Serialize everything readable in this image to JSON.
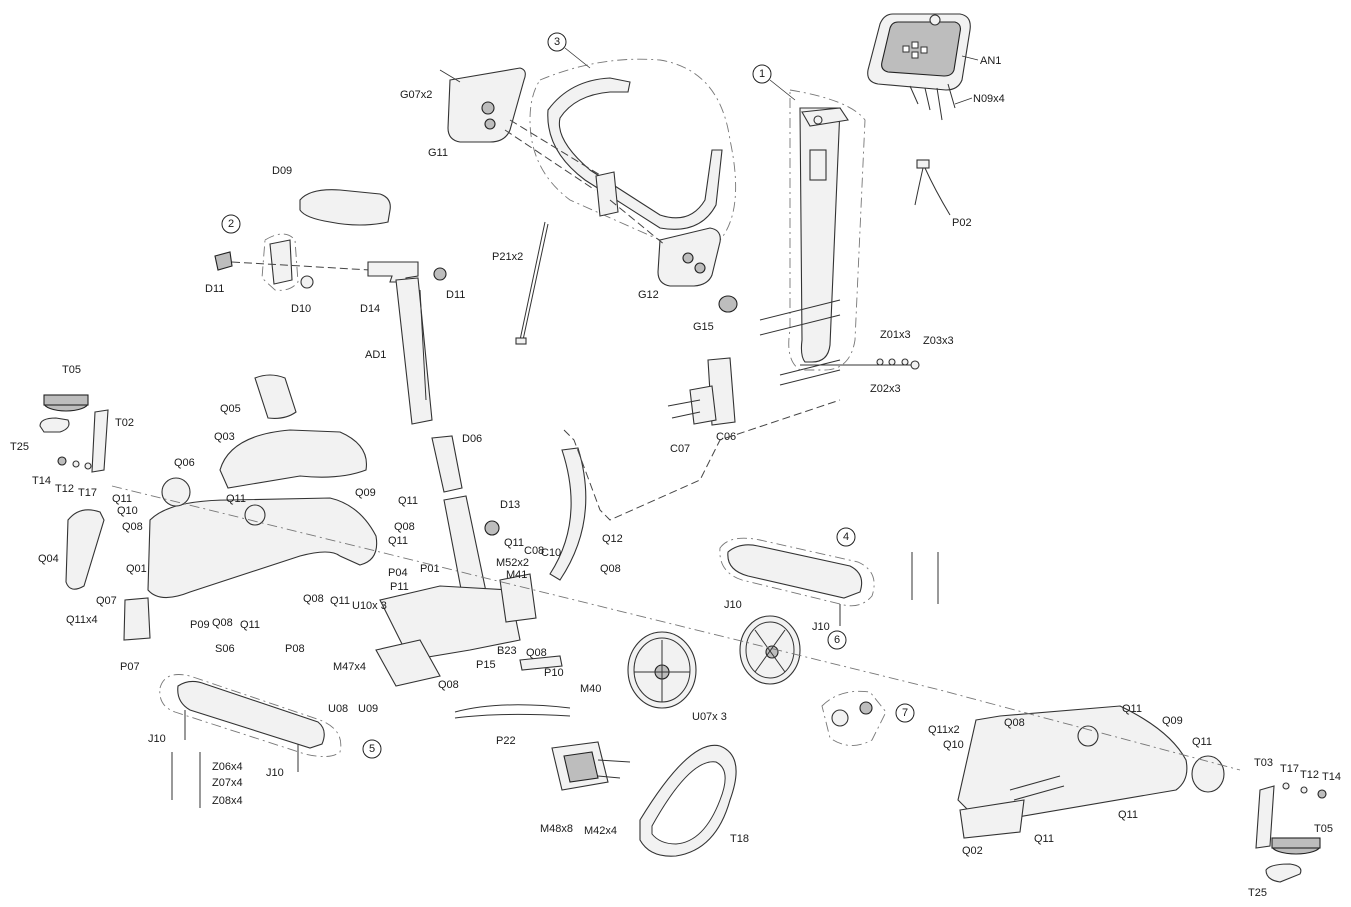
{
  "callouts": {
    "c1": "1",
    "c2": "2",
    "c3": "3",
    "c4": "4",
    "c5": "5",
    "c6": "6",
    "c7": "7"
  },
  "labels": {
    "AN1": "AN1",
    "N09x4": "N09x4",
    "P02": "P02",
    "G07x2": "G07x2",
    "G11": "G11",
    "G12": "G12",
    "G15": "G15",
    "D09": "D09",
    "D11a": "D11",
    "D11b": "D11",
    "D10": "D10",
    "D14": "D14",
    "P21x2": "P21x2",
    "AD1": "AD1",
    "Z01x3": "Z01x3",
    "Z03x3": "Z03x3",
    "Z02x3": "Z02x3",
    "C07": "C07",
    "C06": "C06",
    "T05a": "T05",
    "T02": "T02",
    "T25a": "T25",
    "T14a": "T14",
    "T12a": "T12",
    "T17a": "T17",
    "Q05": "Q05",
    "Q03": "Q03",
    "Q06": "Q06",
    "D06": "D06",
    "Q11a": "Q11",
    "Q10a": "Q10",
    "Q08a": "Q08",
    "Q11b": "Q11",
    "Q09a": "Q09",
    "Q11c": "Q11",
    "Q08b": "Q08",
    "D13": "D13",
    "Q11d": "Q11",
    "M52x2": "M52x2",
    "C08": "C08",
    "C10": "C10",
    "Q12": "Q12",
    "Q11e": "Q11",
    "M41": "M41",
    "Q08c": "Q08",
    "Q04": "Q04",
    "Q01": "Q01",
    "P04": "P04",
    "P01": "P01",
    "P11": "P11",
    "U10x3": "U10x 3",
    "Q08d": "Q08",
    "Q11f": "Q11",
    "Q07": "Q07",
    "Q11x4": "Q11x4",
    "P09": "P09",
    "Q08e": "Q08",
    "Q11g": "Q11",
    "P07": "P07",
    "S06": "S06",
    "P08": "P08",
    "M47x4": "M47x4",
    "U08": "U08",
    "U09": "U09",
    "P15": "P15",
    "B23": "B23",
    "Q08f": "Q08",
    "P10": "P10",
    "Q08g": "Q08",
    "J10a": "J10",
    "J10b": "J10",
    "J10c": "J10",
    "J10d": "J10",
    "Z06x4": "Z06x4",
    "Z07x4": "Z07x4",
    "Z08x4": "Z08x4",
    "P22": "P22",
    "M40": "M40",
    "U07x3": "U07x 3",
    "M48x8": "M48x8",
    "M42x4": "M42x4",
    "T18": "T18",
    "Q11x2": "Q11x2",
    "Q08h": "Q08",
    "Q10b": "Q10",
    "Q11h": "Q11",
    "Q09b": "Q09",
    "Q11i": "Q11",
    "Q11j": "Q11",
    "Q11k": "Q11",
    "Q02": "Q02",
    "T03": "T03",
    "T17b": "T17",
    "T12b": "T12",
    "T14b": "T14",
    "T05b": "T05",
    "T25b": "T25"
  },
  "colors": {
    "line": "#333333",
    "paper": "#ffffff",
    "fill": "#f2f2f2",
    "dark": "#bdbdbd"
  }
}
